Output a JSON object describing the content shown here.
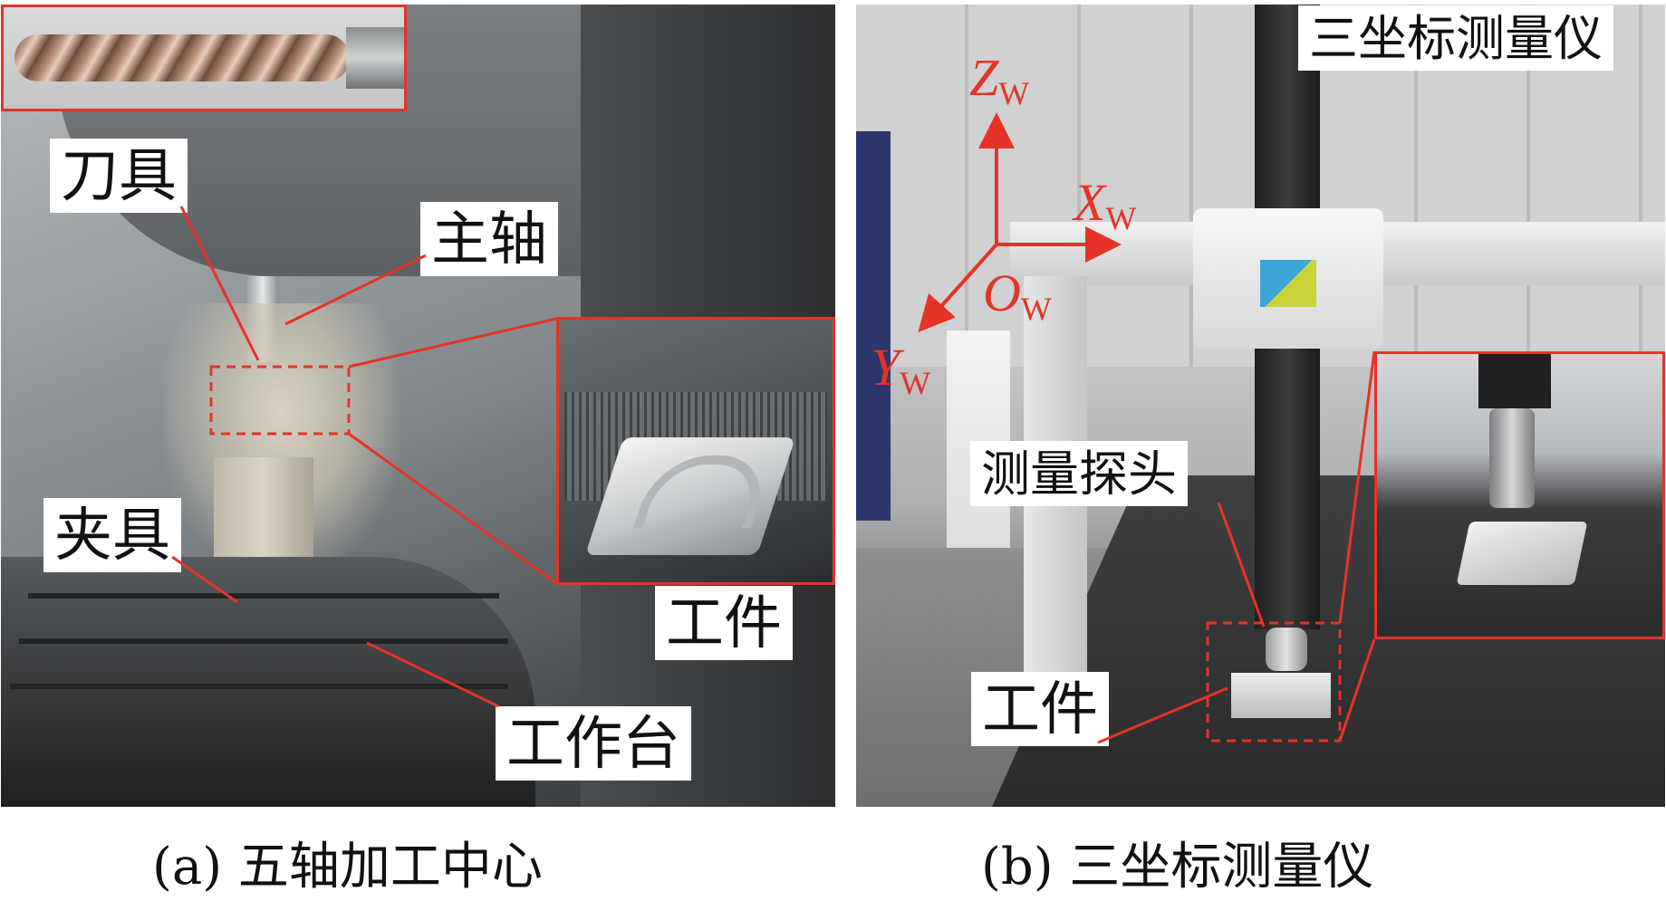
{
  "panel_a": {
    "labels": {
      "tool": "刀具",
      "spindle": "主轴",
      "fixture": "夹具",
      "workpiece": "工件",
      "worktable": "工作台"
    },
    "caption": "(a)  五轴加工中心"
  },
  "panel_b": {
    "labels": {
      "title": "三坐标测量仪",
      "probe": "测量探头",
      "workpiece": "工件"
    },
    "axes": {
      "z": {
        "letter": "Z",
        "sub": "W"
      },
      "x": {
        "letter": "X",
        "sub": "W"
      },
      "y": {
        "letter": "Y",
        "sub": "W"
      },
      "o": {
        "letter": "O",
        "sub": "W"
      }
    },
    "caption": "(b)  三坐标测量仪"
  },
  "colors": {
    "annotation": "#e53327",
    "label_bg": "#ffffff",
    "text": "#111111"
  }
}
